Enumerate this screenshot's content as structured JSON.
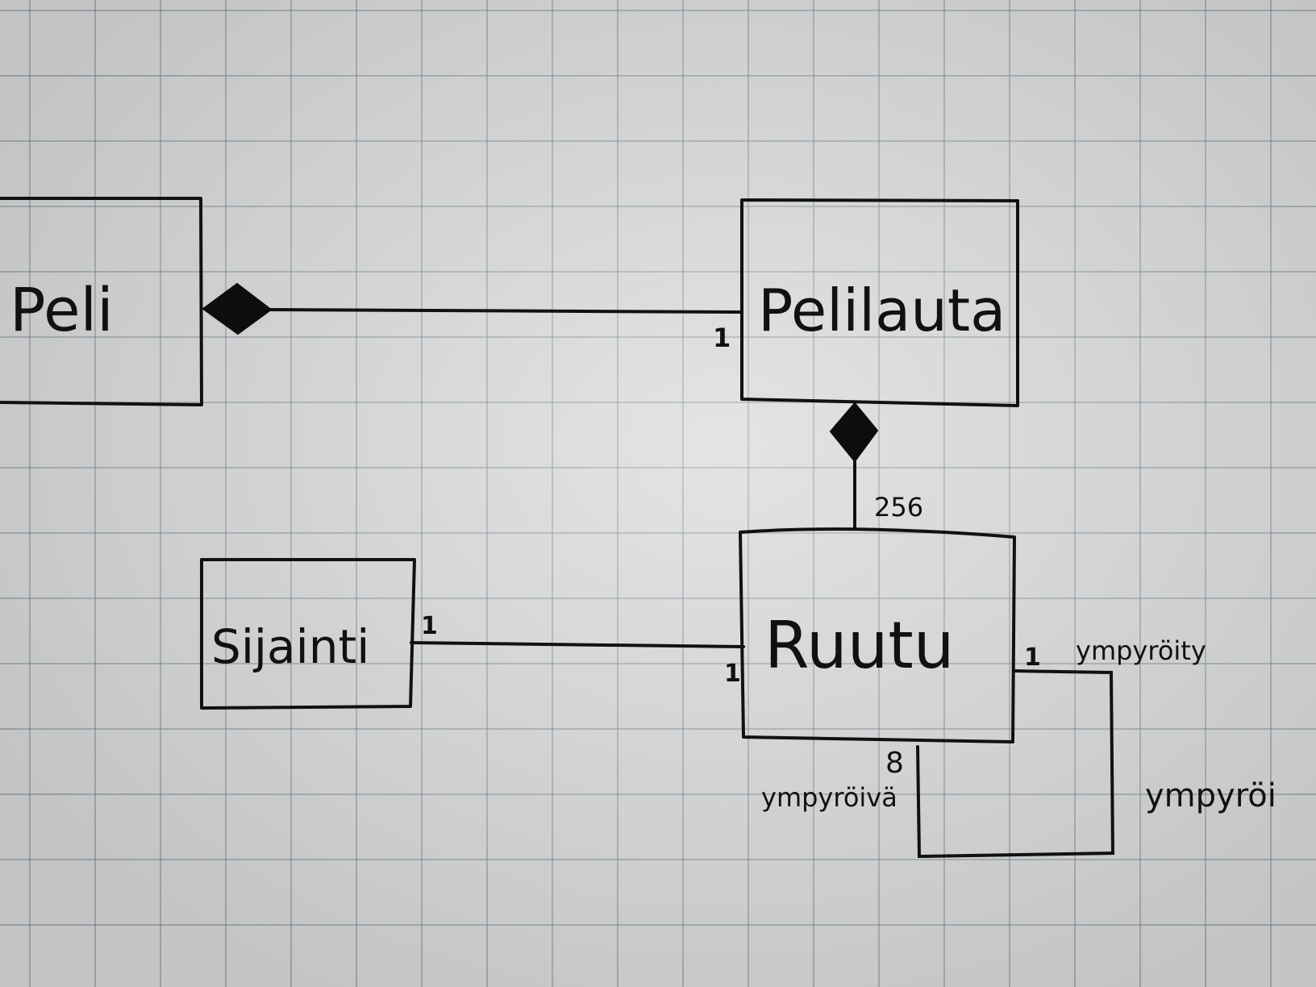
{
  "classes": {
    "peli": "Peli",
    "pelilauta": "Pelilauta",
    "sijainti": "Sijainti",
    "ruutu": "Ruutu"
  },
  "associations": {
    "peli_pelilauta": {
      "multiplicity_pelilauta": "1"
    },
    "pelilauta_ruutu": {
      "multiplicity_ruutu": "256"
    },
    "sijainti_ruutu": {
      "multiplicity_sijainti": "1",
      "multiplicity_ruutu": "1"
    },
    "ruutu_self": {
      "multiplicity_top": "1",
      "role_top": "ympyröity",
      "multiplicity_bottom": "8",
      "role_bottom": "ympyröivä",
      "role_side": "ympyröi"
    }
  },
  "colors": {
    "ink": "#111111",
    "paper": "#d4d6d5",
    "grid": "#6e788c"
  }
}
